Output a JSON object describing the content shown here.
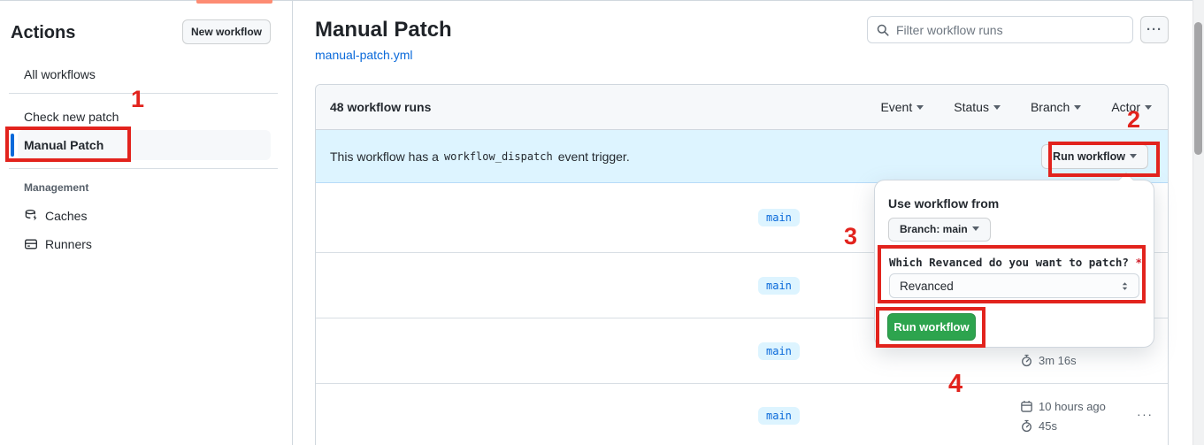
{
  "sidebar": {
    "title": "Actions",
    "new_workflow_button": "New workflow",
    "items": [
      {
        "label": "All workflows"
      },
      {
        "label": "Check new patch"
      },
      {
        "label": "Manual Patch"
      }
    ],
    "management_label": "Management",
    "management_items": [
      {
        "label": "Caches",
        "icon": "cache-database-icon"
      },
      {
        "label": "Runners",
        "icon": "runners-icon"
      }
    ]
  },
  "header": {
    "title": "Manual Patch",
    "workflow_file": "manual-patch.yml"
  },
  "toolbar": {
    "search_placeholder": "Filter workflow runs",
    "more_label": "···"
  },
  "runs_table": {
    "count_label": "48 workflow runs",
    "filters": [
      {
        "label": "Event"
      },
      {
        "label": "Status"
      },
      {
        "label": "Branch"
      },
      {
        "label": "Actor"
      }
    ],
    "banner": {
      "text_before": "This workflow has a",
      "code": "workflow_dispatch",
      "text_after": "event trigger.",
      "run_button": "Run workflow"
    },
    "rows": [
      {
        "branch": "main"
      },
      {
        "branch": "main"
      },
      {
        "branch": "main",
        "duration": "3m 16s"
      },
      {
        "branch": "main",
        "started": "10 hours ago",
        "duration": "45s",
        "menu": "···"
      }
    ]
  },
  "run_dialog": {
    "heading": "Use workflow from",
    "branch_button": "Branch: main",
    "input_label": "Which Revanced do you want to patch?",
    "required_marker": "*",
    "select_value": "Revanced",
    "run_button": "Run workflow"
  },
  "annotations": {
    "step1": "1",
    "step2": "2",
    "step3": "3",
    "step4": "4"
  },
  "colors": {
    "accent_blue": "#0969da",
    "banner_bg": "#ddf4ff",
    "green_button": "#2da44e",
    "annotation_red": "#e2231d",
    "badge_bg": "#ddf4ff",
    "border": "#d0d7de",
    "top_accent": "#fd8c73"
  }
}
